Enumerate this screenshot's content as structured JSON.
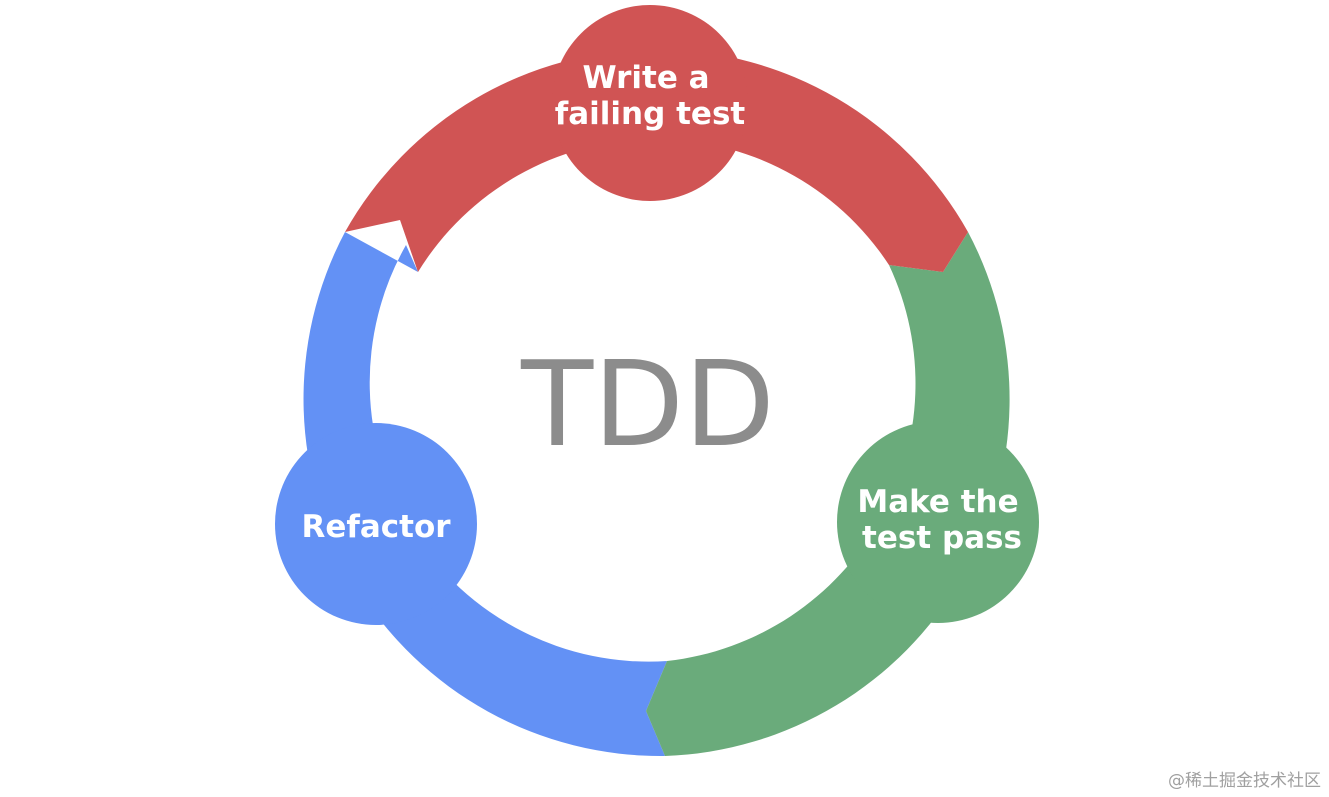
{
  "colors": {
    "write": "#d05454",
    "pass": "#6aab7b",
    "refactor": "#6391f5",
    "center_text": "#8c8c8c",
    "background": "#ffffff"
  },
  "center": {
    "label": "TDD"
  },
  "nodes": {
    "write": {
      "line1": "Write a",
      "line2": "failing test"
    },
    "pass": {
      "line1": "Make the",
      "line2": "test pass"
    },
    "refactor": {
      "label": "Refactor"
    }
  },
  "watermark": "@稀土掘金技术社区"
}
